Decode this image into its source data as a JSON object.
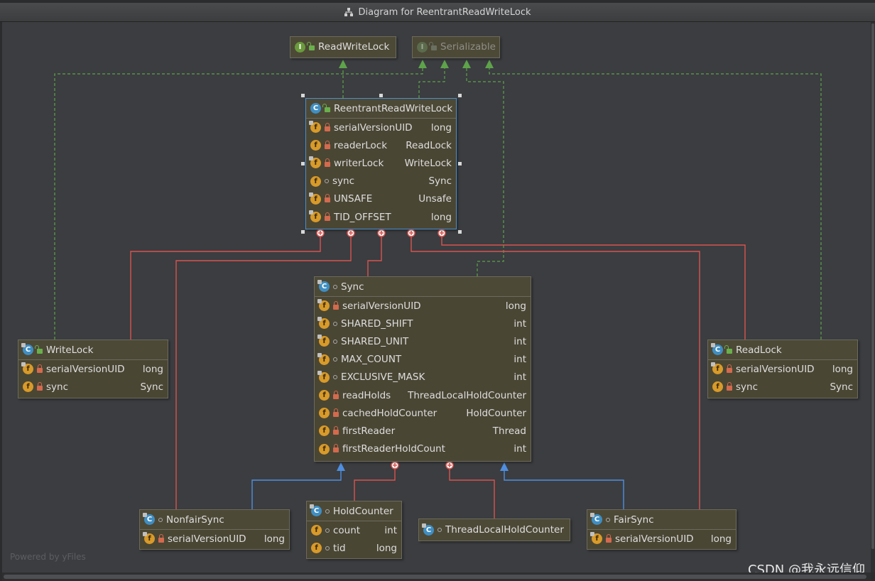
{
  "window": {
    "title": "Diagram for ReentrantReadWriteLock"
  },
  "watermark": "Powered by yFiles",
  "credit": "CSDN @我永远信仰",
  "colors": {
    "inheritance_edge": "#5ea34a",
    "inner_class_edge": "#d9534f",
    "extends_edge": "#4f8ee0",
    "selection": "#4b8fd0"
  },
  "nodes": {
    "readwritelock": {
      "title": "ReadWriteLock",
      "kind": "interface"
    },
    "serializable": {
      "title": "Serializable",
      "kind": "interface"
    },
    "rrwl": {
      "title": "ReentrantReadWriteLock",
      "fields": [
        {
          "name": "serialVersionUID",
          "type": "long"
        },
        {
          "name": "readerLock",
          "type": "ReadLock"
        },
        {
          "name": "writerLock",
          "type": "WriteLock"
        },
        {
          "name": "sync",
          "type": "Sync"
        },
        {
          "name": "UNSAFE",
          "type": "Unsafe"
        },
        {
          "name": "TID_OFFSET",
          "type": "long"
        }
      ]
    },
    "sync": {
      "title": "Sync",
      "fields": [
        {
          "name": "serialVersionUID",
          "type": "long"
        },
        {
          "name": "SHARED_SHIFT",
          "type": "int"
        },
        {
          "name": "SHARED_UNIT",
          "type": "int"
        },
        {
          "name": "MAX_COUNT",
          "type": "int"
        },
        {
          "name": "EXCLUSIVE_MASK",
          "type": "int"
        },
        {
          "name": "readHolds",
          "type": "ThreadLocalHoldCounter"
        },
        {
          "name": "cachedHoldCounter",
          "type": "HoldCounter"
        },
        {
          "name": "firstReader",
          "type": "Thread"
        },
        {
          "name": "firstReaderHoldCount",
          "type": "int"
        }
      ]
    },
    "writelock": {
      "title": "WriteLock",
      "fields": [
        {
          "name": "serialVersionUID",
          "type": "long"
        },
        {
          "name": "sync",
          "type": "Sync"
        }
      ]
    },
    "readlock": {
      "title": "ReadLock",
      "fields": [
        {
          "name": "serialVersionUID",
          "type": "long"
        },
        {
          "name": "sync",
          "type": "Sync"
        }
      ]
    },
    "nonfairsync": {
      "title": "NonfairSync",
      "fields": [
        {
          "name": "serialVersionUID",
          "type": "long"
        }
      ]
    },
    "holdcounter": {
      "title": "HoldCounter",
      "fields": [
        {
          "name": "count",
          "type": "int"
        },
        {
          "name": "tid",
          "type": "long"
        }
      ]
    },
    "tlhc": {
      "title": "ThreadLocalHoldCounter"
    },
    "fairsync": {
      "title": "FairSync",
      "fields": [
        {
          "name": "serialVersionUID",
          "type": "long"
        }
      ]
    }
  }
}
